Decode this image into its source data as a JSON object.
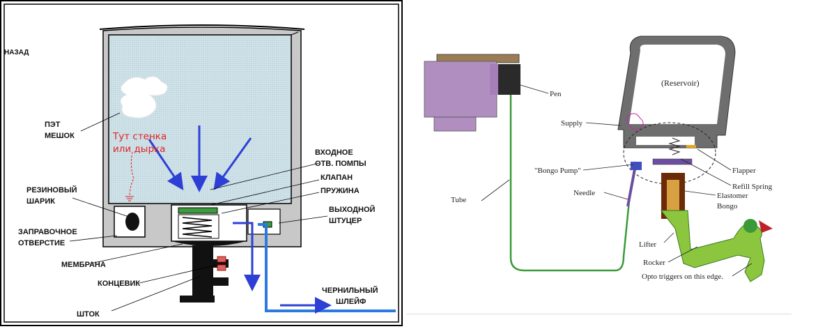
{
  "left_diagram": {
    "back_link": "НАЗАД",
    "labels": {
      "pet_bag_1": "ПЭТ",
      "pet_bag_2": "МЕШОК",
      "wall_hole_1": "Тут стенка",
      "wall_hole_2": "или дырка",
      "inlet_1": "ВХОДНОЕ",
      "inlet_2": "ОТВ. ПОМПЫ",
      "valve": "КЛАПАН",
      "spring": "ПРУЖИНА",
      "rubber_ball_1": "РЕЗИНОВЫЙ",
      "rubber_ball_2": "ШАРИК",
      "outlet_1": "ВЫХОДНОЙ",
      "outlet_2": "ШТУЦЕР",
      "fill_hole_1": "ЗАПРАВОЧНОЕ",
      "fill_hole_2": "ОТВЕРСТИЕ",
      "membrane": "МЕМБРАНА",
      "limit_switch": "КОНЦЕВИК",
      "rod": "ШТОК",
      "ink_loop_1": "ЧЕРНИЛЬНЫЙ",
      "ink_loop_2": "ШЛЕЙФ"
    }
  },
  "right_diagram": {
    "labels": {
      "pen": "Pen",
      "reservoir": "(Reservoir)",
      "supply": "Supply",
      "bongo_pump": "\"Bongo Pump\"",
      "tube": "Tube",
      "needle": "Needle",
      "flapper": "Flapper",
      "refill_spring": "Refill Spring",
      "elastomer_1": "Elastomer",
      "elastomer_2": "Bongo",
      "lifter": "Lifter",
      "rocker": "Rocker",
      "opto": "Opto triggers on this edge."
    }
  },
  "colors": {
    "ink_blue": "#2e3fd6",
    "tube_blue": "#2a7ae0",
    "reservoir_fill": "#c6dde3",
    "red_text": "#e02020",
    "pen_purple": "#b08fc0",
    "tube_green": "#3a9a3a",
    "lifter_green": "#8cc63f",
    "bongo_brown": "#6b2a08"
  }
}
